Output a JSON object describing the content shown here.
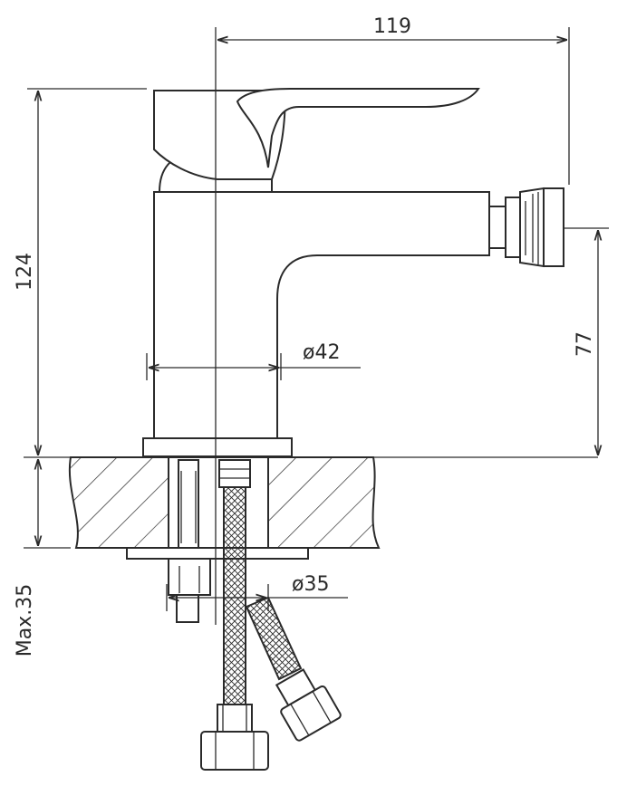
{
  "dimensions": {
    "width_label": "119",
    "height_label": "124",
    "spout_height_label": "77",
    "body_diameter_label": "ø42",
    "hole_diameter_label": "ø35",
    "max_thickness_label": "Max.35"
  },
  "colors": {
    "line": "#2a2a2a",
    "background": "#ffffff"
  }
}
